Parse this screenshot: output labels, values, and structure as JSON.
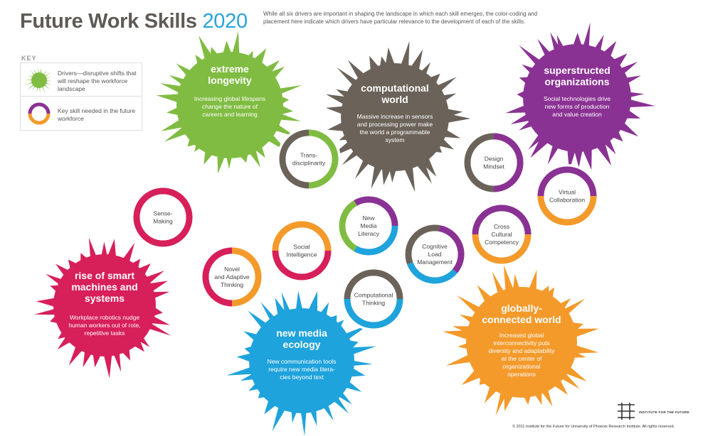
{
  "header": {
    "title_main": "Future Work Skills",
    "title_year": "2020",
    "intro": "While all six drivers are important in shaping the landscape in which each skill emerges, the color-coding and placement here indicate which drivers have particular relevance to the development of each of the skills."
  },
  "key": {
    "title": "KEY",
    "driver_text": "Drivers—disruptive shifts that will reshape the workforce landscape",
    "skill_text": "Key skill needed in the future workforce"
  },
  "colors": {
    "green": "#80bc42",
    "brown": "#6b635a",
    "purple": "#8a3293",
    "pink": "#d71f5a",
    "blue": "#1fa3dc",
    "orange": "#f39a2b",
    "title_gray": "#5e5b55"
  },
  "drivers": [
    {
      "id": "longevity",
      "title": [
        "extreme",
        "longevity"
      ],
      "desc": [
        "Increasing global lifespans",
        "change the nature of",
        "careers and learning"
      ],
      "color": "#80bc42"
    },
    {
      "id": "computational",
      "title": [
        "computational",
        "world"
      ],
      "desc": [
        "Massive increase in sensors",
        "and processing power make",
        "the world a programmable",
        "system"
      ],
      "color": "#6b635a"
    },
    {
      "id": "superstructed",
      "title": [
        "superstructed",
        "organizations"
      ],
      "desc": [
        "Social technologies drive",
        "new forms of production",
        "and value creation"
      ],
      "color": "#8a3293"
    },
    {
      "id": "smart-machines",
      "title": [
        "rise of smart",
        "machines and",
        "systems"
      ],
      "desc": [
        "Workplace robotics nudge",
        "human workers out of rote,",
        "repetitive tasks"
      ],
      "color": "#d71f5a"
    },
    {
      "id": "new-media",
      "title": [
        "new media",
        "ecology"
      ],
      "desc": [
        "New communication tools",
        "require new media litera-",
        "cies beyond text"
      ],
      "color": "#1fa3dc"
    },
    {
      "id": "globally",
      "title": [
        "globally-",
        "connected world"
      ],
      "desc": [
        "Increased global",
        "interconnectivity puts",
        "diversity and adaptability",
        "at the center of",
        "organizational",
        "operations"
      ],
      "color": "#f39a2b"
    }
  ],
  "skills": [
    {
      "id": "transdisciplinarity",
      "label": [
        "Trans-",
        "disciplinarity"
      ],
      "colors": [
        "#6b635a",
        "#80bc42"
      ]
    },
    {
      "id": "design-mindset",
      "label": [
        "Design",
        "Mindset"
      ],
      "colors": [
        "#8a3293",
        "#6b635a"
      ]
    },
    {
      "id": "virtual-collaboration",
      "label": [
        "Virtual",
        "Collaboration"
      ],
      "colors": [
        "#8a3293",
        "#f39a2b"
      ]
    },
    {
      "id": "sense-making",
      "label": [
        "Sense-",
        "Making"
      ],
      "colors": [
        "#d71f5a",
        "#d71f5a"
      ]
    },
    {
      "id": "new-media-literacy",
      "label": [
        "New",
        "Media",
        "Literacy"
      ],
      "colors": [
        "#8a3293",
        "#1fa3dc",
        "#80bc42"
      ]
    },
    {
      "id": "cross-cultural",
      "label": [
        "Cross",
        "Cultural",
        "Competency"
      ],
      "colors": [
        "#8a3293",
        "#f39a2b"
      ]
    },
    {
      "id": "social-intelligence",
      "label": [
        "Social",
        "Intelligence"
      ],
      "colors": [
        "#d71f5a",
        "#f39a2b"
      ]
    },
    {
      "id": "cognitive-load",
      "label": [
        "Cognitive",
        "Load",
        "Management"
      ],
      "colors": [
        "#8a3293",
        "#1fa3dc",
        "#6b635a"
      ]
    },
    {
      "id": "novel-adaptive",
      "label": [
        "Novel",
        "and Adaptive",
        "Thinking"
      ],
      "colors": [
        "#f39a2b",
        "#d71f5a"
      ]
    },
    {
      "id": "computational-thinking",
      "label": [
        "Computational",
        "Thinking"
      ],
      "colors": [
        "#6b635a",
        "#1fa3dc"
      ]
    }
  ],
  "footer": {
    "logo_text": "INSTITUTE FOR THE FUTURE",
    "copyright": "© 2011 Institute for the Future for University of Phoenix Research Institute. All rights reserved."
  }
}
